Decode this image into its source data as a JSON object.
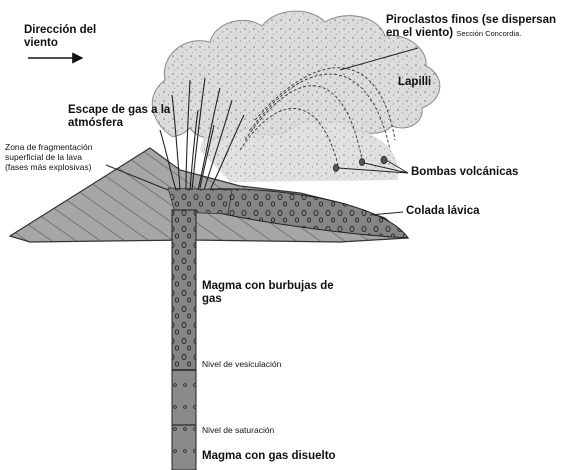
{
  "labels": {
    "wind_line1": "Dirección del",
    "wind_line2": "viento",
    "pyro_line1": "Piroclastos finos (se dispersan",
    "pyro_line2": "en el viento)",
    "pyro_note": "Sección Concordia.",
    "lapilli": "Lapilli",
    "gas_line1": "Escape de gas a la",
    "gas_line2": "atmósfera",
    "frag_line1": "Zona de fragmentación",
    "frag_line2": "superficial de la lava",
    "frag_line3": "(fases más explosivas)",
    "bombs": "Bombas volcánicas",
    "lava_flow": "Colada lávica",
    "magma_line1": "Magma con burbujas de",
    "magma_line2": "gas",
    "vesiculation": "Nivel de vesiculación",
    "saturation": "Nivel de saturación",
    "dissolved": "Magma con gas disuelto"
  },
  "colors": {
    "ink": "#111111",
    "cloud": "#d9d9d9",
    "magma": "#8a8a8a",
    "cone": "#a3a3a3"
  }
}
